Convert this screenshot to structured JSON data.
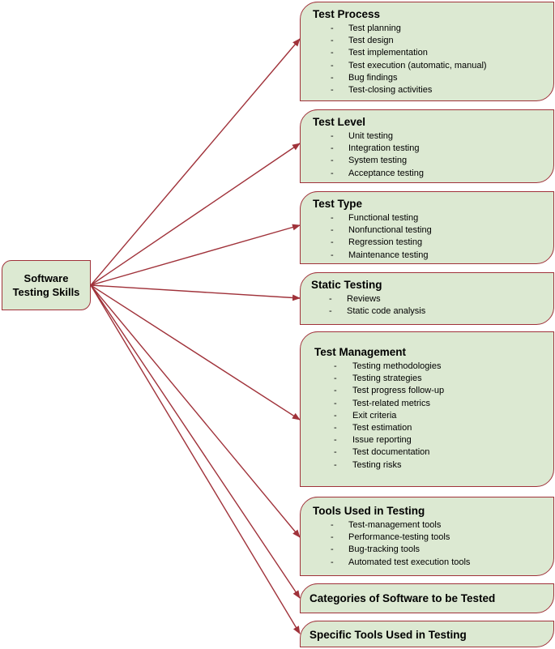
{
  "root": {
    "line1": "Software",
    "line2": "Testing Skills"
  },
  "boxes": [
    {
      "title": "Test Process",
      "items": [
        "Test planning",
        "Test design",
        "Test implementation",
        "Test execution (automatic, manual)",
        "Bug findings",
        "Test-closing activities"
      ]
    },
    {
      "title": "Test Level",
      "items": [
        "Unit testing",
        "Integration testing",
        "System testing",
        "Acceptance testing"
      ]
    },
    {
      "title": "Test Type",
      "items": [
        "Functional testing",
        "Nonfunctional testing",
        "Regression testing",
        "Maintenance testing"
      ]
    },
    {
      "title": "Static Testing",
      "items": [
        "Reviews",
        "Static code analysis"
      ]
    },
    {
      "title": "Test Management",
      "items": [
        "Testing methodologies",
        "Testing strategies",
        "Test progress follow-up",
        "Test-related metrics",
        "Exit criteria",
        "Test estimation",
        "Issue reporting",
        "Test documentation",
        "Testing risks"
      ]
    },
    {
      "title": "Tools Used in Testing",
      "items": [
        "Test-management tools",
        "Performance-testing tools",
        "Bug-tracking tools",
        "Automated test execution tools"
      ]
    },
    {
      "title": "Categories of Software to be Tested",
      "items": []
    },
    {
      "title": "Specific Tools Used in Testing",
      "items": []
    }
  ],
  "bullet": "-",
  "colors": {
    "fill": "#dce9d2",
    "border": "#a0323a",
    "arrow": "#a0323a"
  }
}
